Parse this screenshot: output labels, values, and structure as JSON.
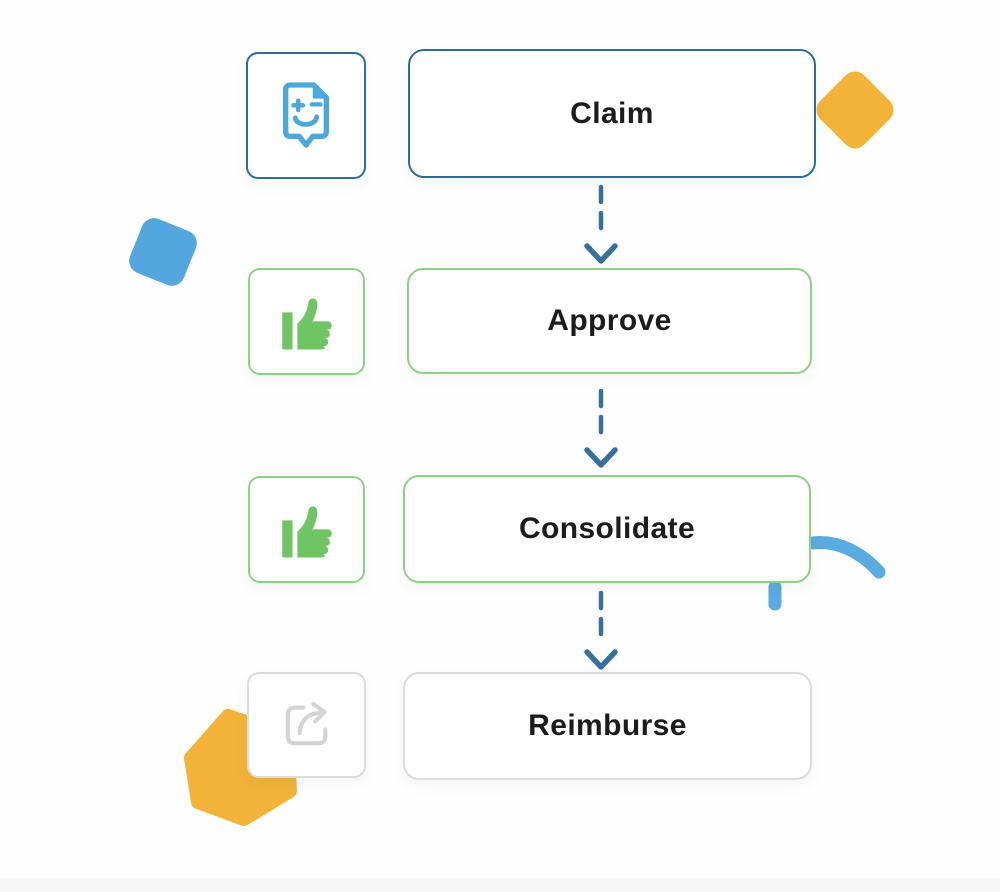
{
  "flow": {
    "steps": [
      {
        "id": "claim",
        "label": "Claim",
        "icon": "claim-document-icon",
        "accent_color": "#2e6e96",
        "icon_color": "#4aa8dd"
      },
      {
        "id": "approve",
        "label": "Approve",
        "icon": "thumbs-up-icon",
        "accent_color": "#8ed186",
        "icon_color": "#6fc463"
      },
      {
        "id": "consolidate",
        "label": "Consolidate",
        "icon": "thumbs-up-icon",
        "accent_color": "#8ed186",
        "icon_color": "#6fc463"
      },
      {
        "id": "reimburse",
        "label": "Reimburse",
        "icon": "share-export-icon",
        "accent_color": "#dcdcdc",
        "icon_color": "#d4d4d4"
      }
    ],
    "connector_style": "dashed-arrow-down",
    "connector_color": "#36719e",
    "label_text_color": "#1c1c1c"
  },
  "decorations": {
    "orange_diamond_top_right_color": "#f2b338",
    "blue_square_left_color": "#54a7de",
    "blue_squiggle_color": "#5aabdf",
    "orange_hexagon_bottom_left_color": "#f2b338",
    "bottom_band_color": "#f7f7f7"
  }
}
